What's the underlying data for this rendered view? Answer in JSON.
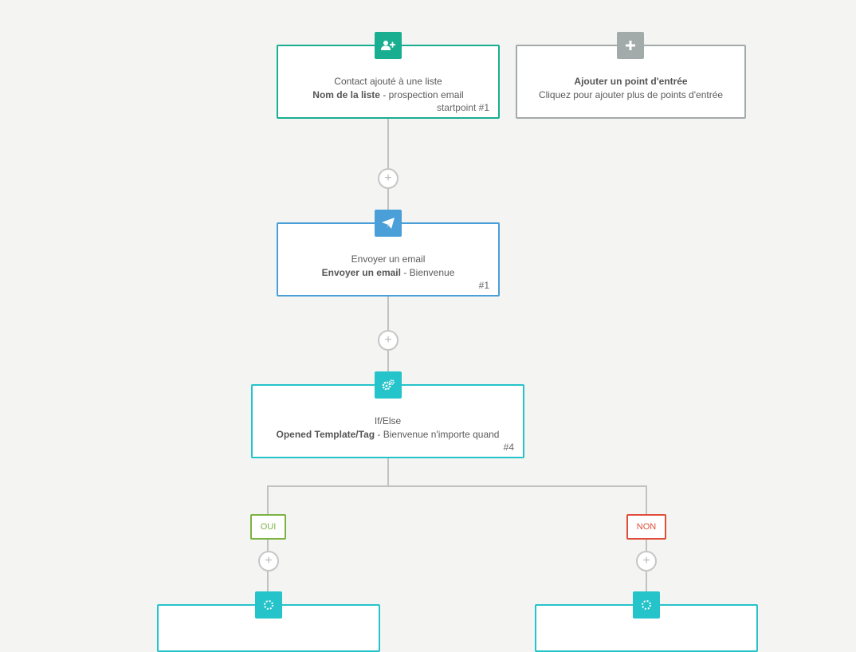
{
  "colors": {
    "start": "#1aae91",
    "email": "#4a9fd8",
    "condition": "#25c3ca",
    "inactive": "#a3aaaa",
    "yes": "#7bb244",
    "no": "#e04e3a"
  },
  "start_node": {
    "icon": "add-user-icon",
    "title": "Contact ajouté à une liste",
    "field_label": "Nom de la liste",
    "field_value": " - prospection email",
    "number": "startpoint #1"
  },
  "add_entry": {
    "icon": "plus-icon",
    "title": "Ajouter un point d'entrée",
    "subtitle": "Cliquez pour ajouter plus de points d'entrée"
  },
  "email_node": {
    "icon": "paper-plane-icon",
    "title": "Envoyer un email",
    "field_label": "Envoyer un email",
    "field_value": " - Bienvenue",
    "number": "#1"
  },
  "condition_node": {
    "icon": "gears-icon",
    "title": "If/Else",
    "field_label": "Opened Template/Tag",
    "field_value": " - Bienvenue n'importe quand",
    "number": "#4"
  },
  "add_step_symbol": "+",
  "branches": {
    "yes_label": "OUI",
    "no_label": "NON"
  }
}
